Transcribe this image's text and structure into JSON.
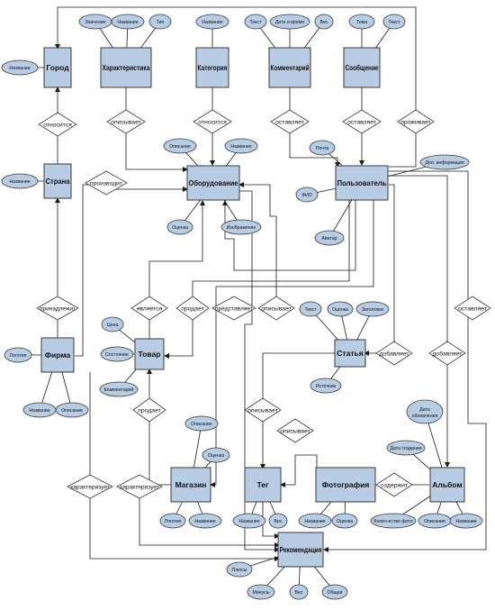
{
  "entities": [
    {
      "id": "city",
      "label": "Город"
    },
    {
      "id": "characteristic",
      "label": "Характеристика"
    },
    {
      "id": "category",
      "label": "Категория"
    },
    {
      "id": "comment",
      "label": "Комментарий"
    },
    {
      "id": "message",
      "label": "Сообщение"
    },
    {
      "id": "country",
      "label": "Страна"
    },
    {
      "id": "equipment",
      "label": "Оборудование"
    },
    {
      "id": "user",
      "label": "Пользователь"
    },
    {
      "id": "firm",
      "label": "Фирма"
    },
    {
      "id": "product",
      "label": "Товар"
    },
    {
      "id": "article",
      "label": "Статья"
    },
    {
      "id": "shop",
      "label": "Магазин"
    },
    {
      "id": "tag",
      "label": "Тег"
    },
    {
      "id": "photo",
      "label": "Фотография"
    },
    {
      "id": "album",
      "label": "Альбом"
    },
    {
      "id": "recommendation",
      "label": "Рекомендация"
    }
  ],
  "relationships": [
    {
      "id": "rel-city-country",
      "label": "относится"
    },
    {
      "id": "rel-char-equip",
      "label": "описывает"
    },
    {
      "id": "rel-cat-equip",
      "label": "относится"
    },
    {
      "id": "rel-comment-user",
      "label": "оставляет"
    },
    {
      "id": "rel-message-user",
      "label": "оставляет"
    },
    {
      "id": "rel-user-city",
      "label": "проживает"
    },
    {
      "id": "rel-firm-equip",
      "label": "производит"
    },
    {
      "id": "rel-country-firm",
      "label": "принадлежит"
    },
    {
      "id": "rel-product-equip",
      "label": "является"
    },
    {
      "id": "rel-product-sell",
      "label": "продает"
    },
    {
      "id": "rel-user-represent",
      "label": "представляет"
    },
    {
      "id": "rel-tag-equip",
      "label": "описывает"
    },
    {
      "id": "rel-user-article",
      "label": "добавляет"
    },
    {
      "id": "rel-user-album",
      "label": "добавляет"
    },
    {
      "id": "rel-user-recommend",
      "label": "оставляет"
    },
    {
      "id": "rel-shop-product",
      "label": "продает"
    },
    {
      "id": "rel-tag-article",
      "label": "описывает"
    },
    {
      "id": "rel-tag-photo",
      "label": "описывает"
    },
    {
      "id": "rel-album-photo",
      "label": "содержит"
    },
    {
      "id": "rel-firm-recommend",
      "label": "характеризует"
    },
    {
      "id": "rel-shop-recommend",
      "label": "характеризует"
    }
  ],
  "attributes": [
    {
      "id": "city-name",
      "label": "Название"
    },
    {
      "id": "char-value",
      "label": "Значение"
    },
    {
      "id": "char-name",
      "label": "Название"
    },
    {
      "id": "char-type",
      "label": "Тип"
    },
    {
      "id": "cat-name",
      "label": "Название"
    },
    {
      "id": "com-text",
      "label": "Текст"
    },
    {
      "id": "com-datetime",
      "label": "Дата и время"
    },
    {
      "id": "com-weight",
      "label": "Вес"
    },
    {
      "id": "msg-topic",
      "label": "Тема"
    },
    {
      "id": "msg-text",
      "label": "Текст"
    },
    {
      "id": "country-name",
      "label": "Название"
    },
    {
      "id": "eq-desc",
      "label": "Описание"
    },
    {
      "id": "eq-name",
      "label": "Название"
    },
    {
      "id": "eq-rating",
      "label": "Оценка"
    },
    {
      "id": "eq-image",
      "label": "Изображение"
    },
    {
      "id": "user-mail",
      "label": "Почта"
    },
    {
      "id": "user-extra",
      "label": "Доп. информация"
    },
    {
      "id": "user-fio",
      "label": "ФИО"
    },
    {
      "id": "user-avatar",
      "label": "Аватар"
    },
    {
      "id": "firm-logo",
      "label": "Логотип"
    },
    {
      "id": "firm-name",
      "label": "Название"
    },
    {
      "id": "firm-desc",
      "label": "Описание"
    },
    {
      "id": "prod-price",
      "label": "Цена"
    },
    {
      "id": "prod-state",
      "label": "Состояние"
    },
    {
      "id": "prod-comment",
      "label": "Комментарий"
    },
    {
      "id": "art-text",
      "label": "Текст"
    },
    {
      "id": "art-rating",
      "label": "Оценка"
    },
    {
      "id": "art-title",
      "label": "Заголовок"
    },
    {
      "id": "art-source",
      "label": "Источник"
    },
    {
      "id": "shop-desc",
      "label": "Описание"
    },
    {
      "id": "shop-rating",
      "label": "Оценка"
    },
    {
      "id": "shop-logo",
      "label": "Логотип"
    },
    {
      "id": "shop-name",
      "label": "Название"
    },
    {
      "id": "tag-name",
      "label": "Название"
    },
    {
      "id": "tag-weight",
      "label": "Вес"
    },
    {
      "id": "photo-name",
      "label": "Название"
    },
    {
      "id": "photo-rating",
      "label": "Оценка"
    },
    {
      "id": "alb-updated",
      "label": "Дата обновления"
    },
    {
      "id": "alb-created",
      "label": "Дата создания"
    },
    {
      "id": "alb-count",
      "label": "Колич-ество фото"
    },
    {
      "id": "alb-desc",
      "label": "Описание"
    },
    {
      "id": "alb-name",
      "label": "Название"
    },
    {
      "id": "rec-pros",
      "label": "Плюсы"
    },
    {
      "id": "rec-cons",
      "label": "Минусы"
    },
    {
      "id": "rec-weight",
      "label": "Вес"
    },
    {
      "id": "rec-total",
      "label": "Общая"
    }
  ]
}
